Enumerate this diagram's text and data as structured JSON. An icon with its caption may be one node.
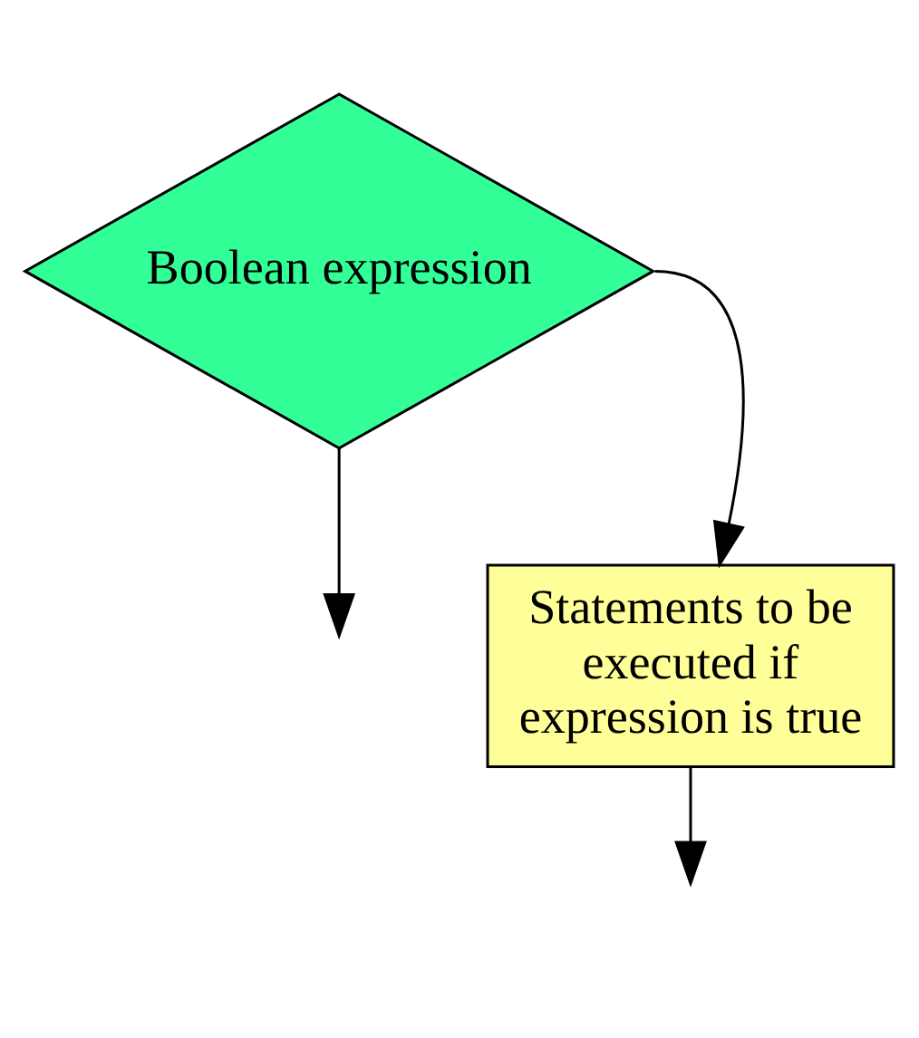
{
  "diagram": {
    "nodes": [
      {
        "text": [
          "Boolean expression"
        ]
      },
      {
        "text": [
          "Statements to be executed if expression is true"
        ]
      }
    ],
    "edges": [
      {
        "from": 0,
        "to": 1,
        "arrow": "to"
      },
      {
        "from": 1,
        "to": null,
        "arrow": "to"
      },
      {
        "from": 0,
        "to": null,
        "arrow": "to"
      }
    ]
  }
}
